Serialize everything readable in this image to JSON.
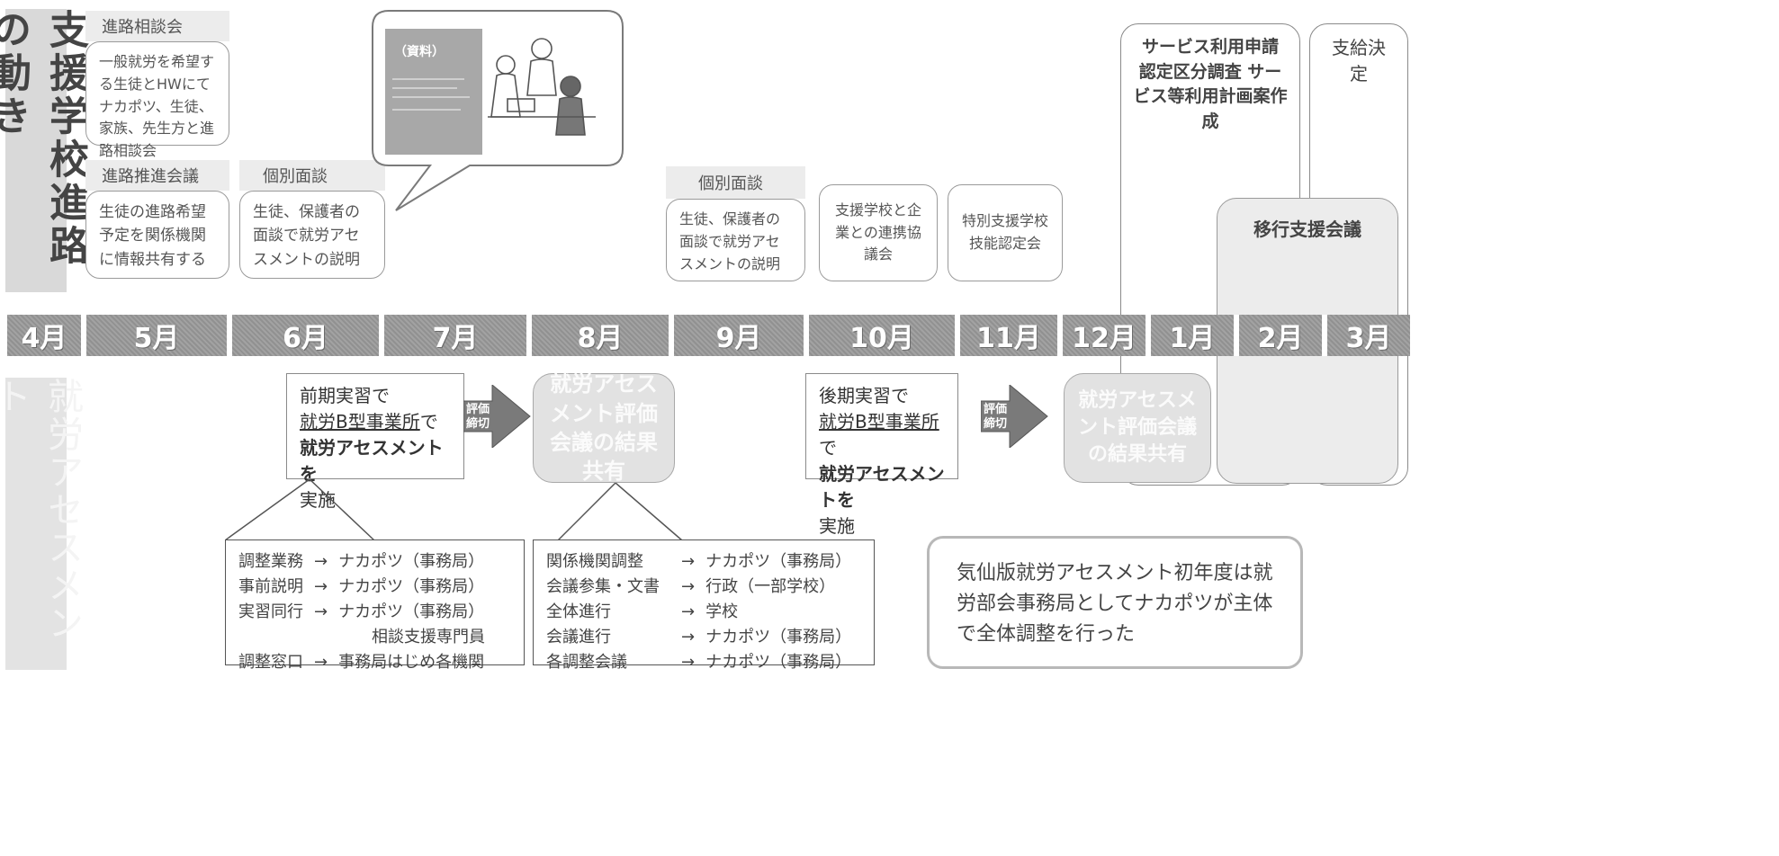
{
  "side": {
    "top_label": "支援学校進路の動き",
    "bottom_label": "就労アセスメント"
  },
  "months": [
    "4月",
    "5月",
    "6月",
    "7月",
    "8月",
    "9月",
    "10月",
    "11月",
    "12月",
    "1月",
    "2月",
    "3月"
  ],
  "top": {
    "consult_title": "進路相談会",
    "consult_text": "一般就労を希望する生徒とHWにてナカポツ、生徒、家族、先生方と進路相談会",
    "promo_title": "進路推進会議",
    "promo_text": "生徒の進路希望予定を関係機関に情報共有する",
    "interview1_title": "個別面談",
    "interview1_text": "生徒、保護者の面談で就労アセスメントの説明",
    "bubble_label": "（資料）",
    "interview2_title": "個別面談",
    "interview2_text": "生徒、保護者の面談で就労アセスメントの説明",
    "council_text": "支援学校と企業との連携協議会",
    "skill_text": "特別支援学校技能認定会",
    "service_text": "サービス利用申請 認定区分調査 サービス等利用計画案作成",
    "decision_text": "支給決定",
    "transition_text": "移行支援会議"
  },
  "bottom": {
    "first_practice": {
      "line1": "前期実習で",
      "line2": "就労B型事業所",
      "line2_suffix": "で",
      "line3": "就労アセスメントを",
      "line4": "実施"
    },
    "later_practice": {
      "line1": "後期実習で",
      "line2": "就労B型事業所",
      "line2_suffix": "で",
      "line3": "就労アセスメントを",
      "line4": "実施"
    },
    "arrow_label": "評価締切",
    "review1": "就労アセスメント評価会議の結果共有",
    "review2": "就労アセスメント評価会議の結果共有",
    "list1": [
      {
        "k": "調整業務",
        "a": "→",
        "v": "ナカポツ（事務局）"
      },
      {
        "k": "事前説明",
        "a": "→",
        "v": "ナカポツ（事務局）"
      },
      {
        "k": "実習同行",
        "a": "→",
        "v": "ナカポツ（事務局）"
      },
      {
        "k": "",
        "a": "",
        "v": "相談支援専門員"
      },
      {
        "k": "調整窓口",
        "a": "→",
        "v": "事務局はじめ各機関"
      }
    ],
    "list2": [
      {
        "k": "関係機関調整",
        "a": "→",
        "v": "ナカポツ（事務局）"
      },
      {
        "k": "会議参集・文書",
        "a": "→",
        "v": "行政（一部学校）"
      },
      {
        "k": "全体進行",
        "a": "→",
        "v": "学校"
      },
      {
        "k": "会議進行",
        "a": "→",
        "v": "ナカポツ（事務局）"
      },
      {
        "k": "各調整会議",
        "a": "→",
        "v": "ナカポツ（事務局）"
      }
    ],
    "note": "気仙版就労アセスメント初年度は就労部会事務局としてナカポツが主体で全体調整を行った"
  },
  "colors": {
    "month_bar": "#9a9a9a",
    "side_label_bg": "#d9d9d9",
    "gray_box": "#e2e2e2",
    "arrow": "#7a7a7a"
  }
}
